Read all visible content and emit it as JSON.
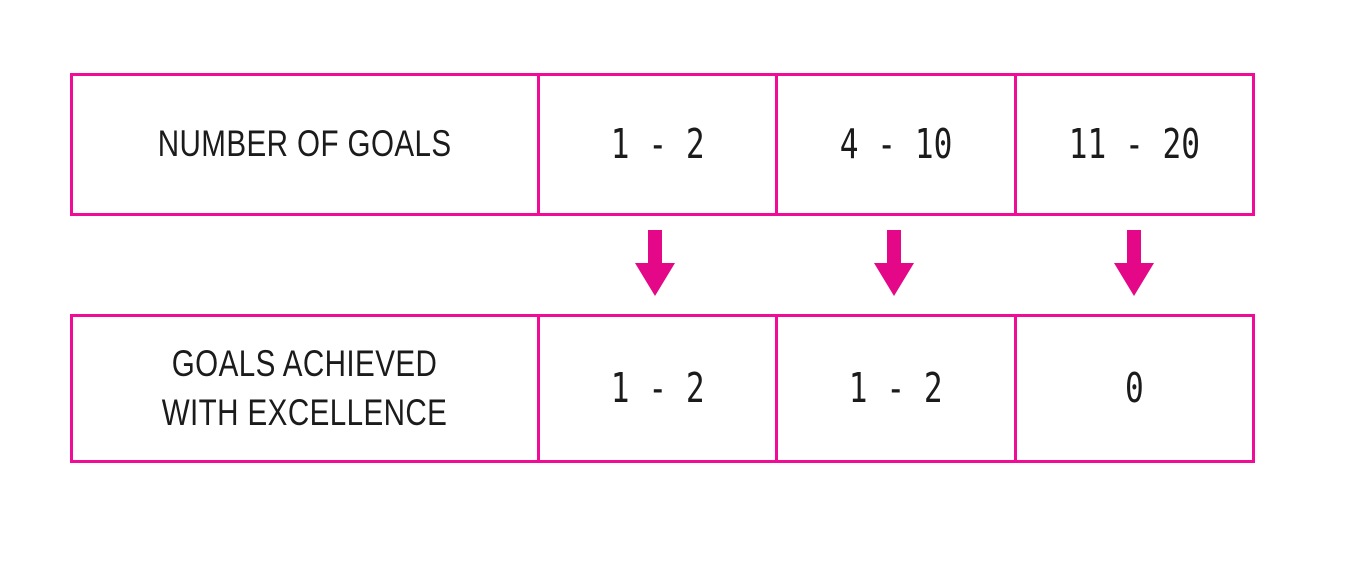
{
  "colors": {
    "background": "#ffffff",
    "table_border": "#f00c96",
    "arrow": "#e40788",
    "text": "#1b1b1b"
  },
  "top_row": {
    "label": "NUMBER OF GOALS",
    "values": [
      "1 - 2",
      "4 - 10",
      "11 - 20"
    ]
  },
  "bottom_row": {
    "label_line1": "GOALS ACHIEVED",
    "label_line2": "WITH EXCELLENCE",
    "values": [
      "1 - 2",
      "1 - 2",
      "0"
    ]
  },
  "arrows": {
    "icon": "down-arrow",
    "count": 3
  }
}
